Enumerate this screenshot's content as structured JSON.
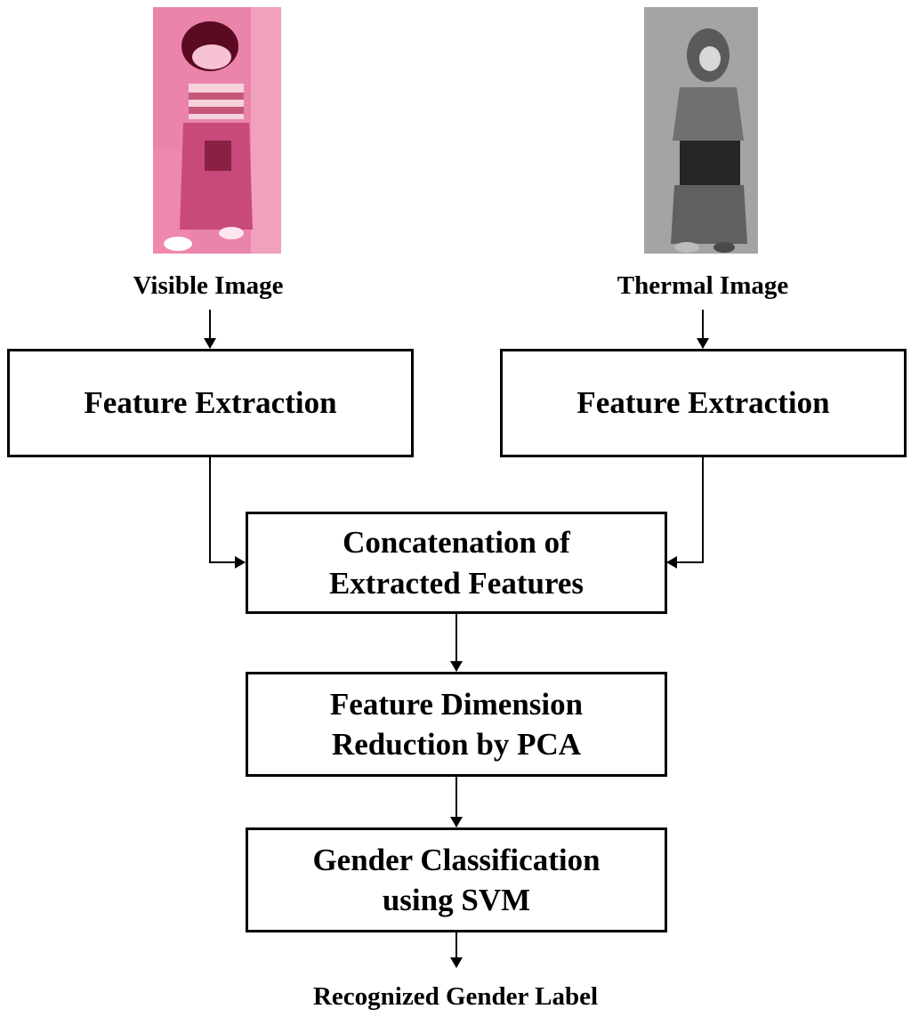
{
  "inputs": {
    "visible": {
      "caption": "Visible Image",
      "thumbnail_color": "#e8739e"
    },
    "thermal": {
      "caption": "Thermal Image",
      "thumbnail_color": "#9a9a9a"
    }
  },
  "nodes": {
    "feature_extraction_left": {
      "label": "Feature Extraction"
    },
    "feature_extraction_right": {
      "label": "Feature Extraction"
    },
    "concatenation": {
      "line1": "Concatenation of",
      "line2": "Extracted Features"
    },
    "pca": {
      "line1": "Feature Dimension",
      "line2": "Reduction by PCA"
    },
    "svm": {
      "line1": "Gender Classification",
      "line2": "using SVM"
    }
  },
  "output": {
    "label": "Recognized Gender Label"
  },
  "edges": [
    {
      "from": "visible",
      "to": "feature_extraction_left"
    },
    {
      "from": "thermal",
      "to": "feature_extraction_right"
    },
    {
      "from": "feature_extraction_left",
      "to": "concatenation"
    },
    {
      "from": "feature_extraction_right",
      "to": "concatenation"
    },
    {
      "from": "concatenation",
      "to": "pca"
    },
    {
      "from": "pca",
      "to": "svm"
    },
    {
      "from": "svm",
      "to": "output"
    }
  ],
  "colors": {
    "line": "#000000",
    "box_border": "#000000",
    "background": "#ffffff"
  }
}
